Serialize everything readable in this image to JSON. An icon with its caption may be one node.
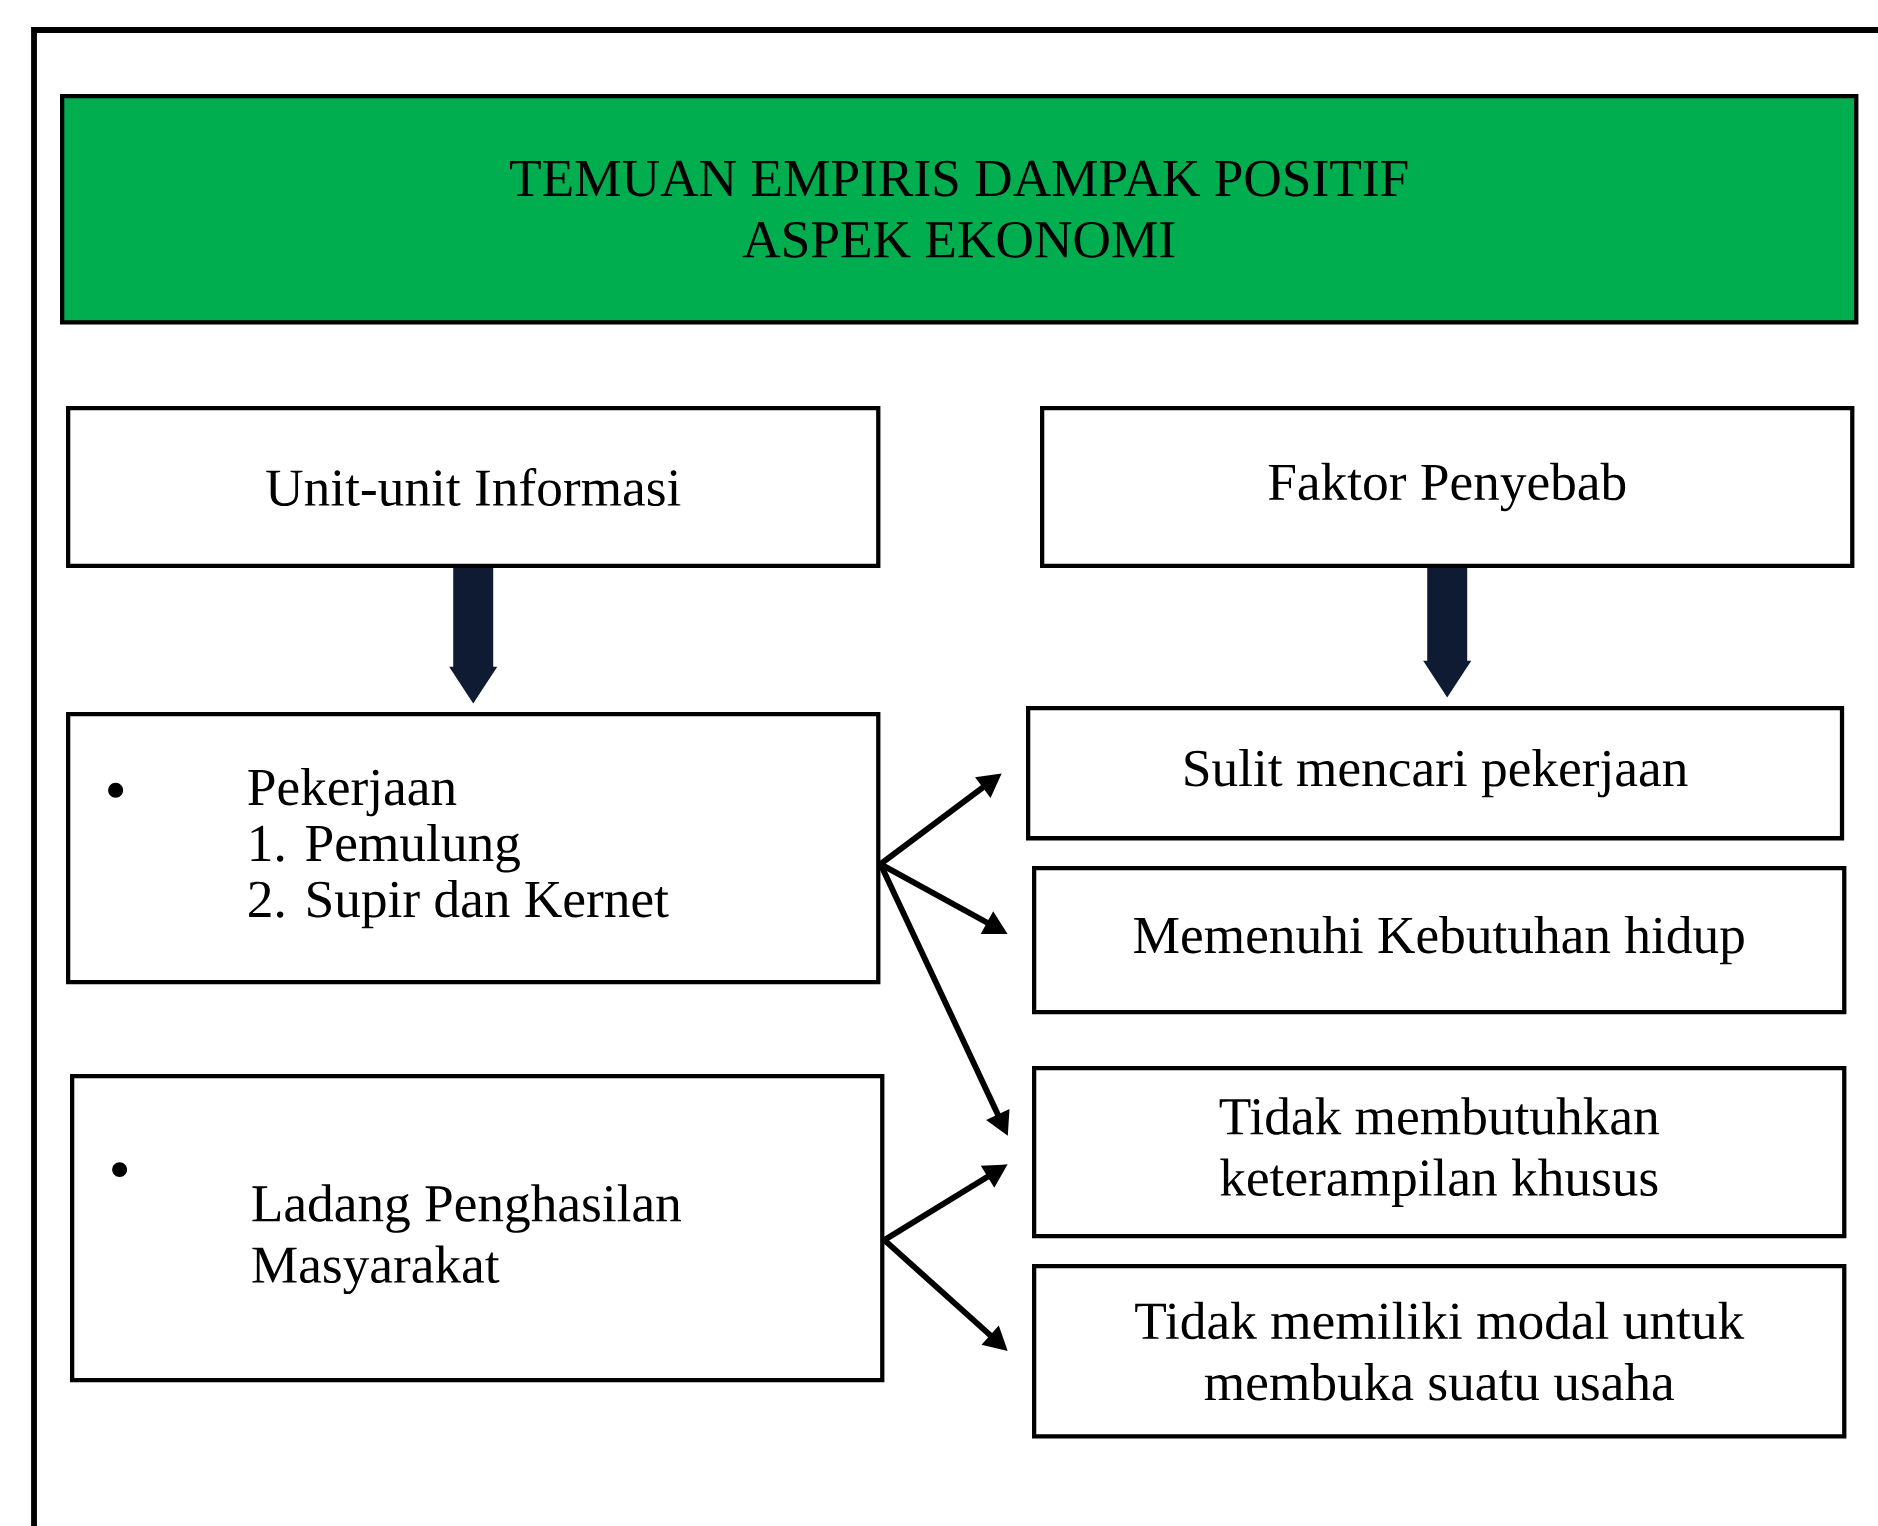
{
  "diagram": {
    "nodes": [
      {
        "text": [
          "TEMUAN EMPIRIS DAMPAK POSITIF ASPEK EKONOMI"
        ]
      },
      {
        "text": [
          "Unit-unit Informasi"
        ]
      },
      {
        "text": [
          "Faktor Penyebab"
        ]
      },
      {
        "text": [
          "Pekerjaan",
          "1. Pemulung",
          "2. Supir dan Kernet"
        ]
      },
      {
        "text": [
          "Ladang Penghasilan Masyarakat"
        ]
      },
      {
        "text": [
          "Sulit mencari pekerjaan"
        ]
      },
      {
        "text": [
          "Memenuhi Kebutuhan hidup"
        ]
      },
      {
        "text": [
          "Tidak membutuhkan keterampilan khusus"
        ]
      },
      {
        "text": [
          "Tidak memiliki modal untuk membuka suatu usaha"
        ]
      }
    ],
    "edges": [
      {
        "from": 1,
        "to": 3,
        "arrow": "to",
        "style": "thick",
        "color": "#0f1b33"
      },
      {
        "from": 2,
        "to": 5,
        "arrow": "to",
        "style": "thick",
        "color": "#0f1b33"
      },
      {
        "from": 3,
        "to": 5,
        "arrow": "to"
      },
      {
        "from": 3,
        "to": 6,
        "arrow": "to"
      },
      {
        "from": 3,
        "to": 7,
        "arrow": "to"
      },
      {
        "from": 4,
        "to": 7,
        "arrow": "to"
      },
      {
        "from": 4,
        "to": 8,
        "arrow": "to"
      }
    ]
  }
}
